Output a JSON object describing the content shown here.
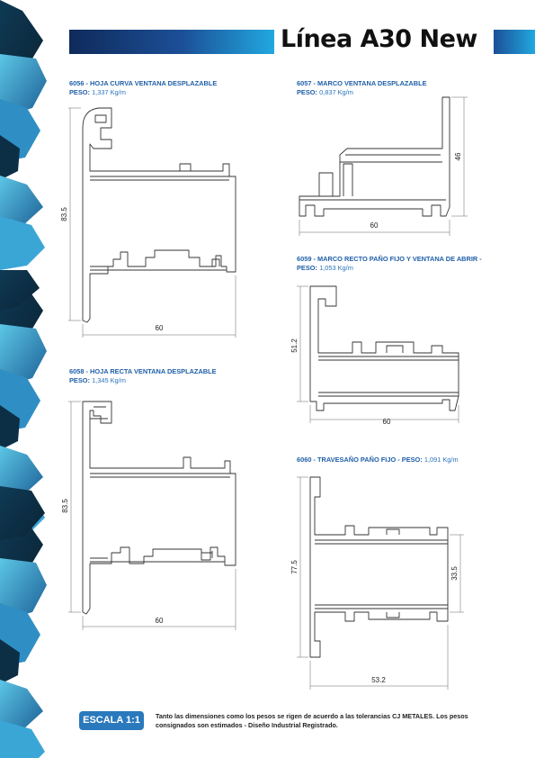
{
  "header": {
    "title": "Línea A30 New"
  },
  "profiles": [
    {
      "code_title": "6056 - HOJA CURVA VENTANA DESPLAZABLE",
      "weight_label": "PESO:",
      "weight_value": "1,337 Kg/m",
      "height_dim": "83.5",
      "width_dim": "60"
    },
    {
      "code_title": "6057 - MARCO VENTANA DESPLAZABLE",
      "weight_label": "PESO:",
      "weight_value": "0,837 Kg/m",
      "height_dim": "46",
      "width_dim": "60"
    },
    {
      "code_title": "6059 - MARCO RECTO PAÑO FIJO Y VENTANA DE ABRIR - PESO:",
      "weight_label": "",
      "weight_value": "1,053 Kg/m",
      "height_dim": "51.2",
      "width_dim": "60"
    },
    {
      "code_title": "6058 - HOJA RECTA VENTANA DESPLAZABLE",
      "weight_label": "PESO:",
      "weight_value": "1,345 Kg/m",
      "height_dim": "83.5",
      "width_dim": "60"
    },
    {
      "code_title": "6060 - TRAVESAÑO PAÑO FIJO - PESO:",
      "weight_label": "",
      "weight_value": "1,091 Kg/m",
      "height_dim": "77.5",
      "inner_dim": "33.5",
      "width_dim": "53.2"
    }
  ],
  "footer": {
    "scale": "ESCALA 1:1",
    "note": "Tanto las dimensiones como los pesos se rigen de acuerdo a las tolerancias CJ METALES. Los pesos consignados son estimados - Diseño Industrial Registrado."
  },
  "colors": {
    "brand_dark": "#0f2a5a",
    "brand_mid": "#1c4f97",
    "brand_light": "#21a8df",
    "caption_blue": "#1f5fa8"
  }
}
